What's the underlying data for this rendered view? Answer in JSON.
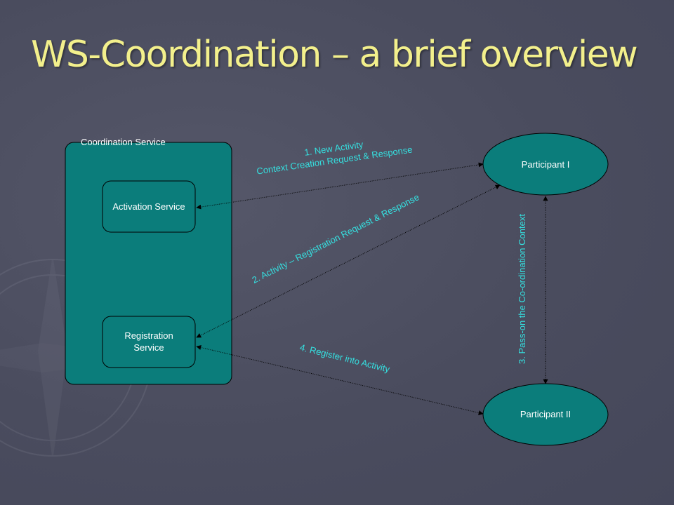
{
  "slide": {
    "title": "WS-Coordination – a brief overview"
  },
  "diagram": {
    "container": {
      "label": "Coordination Service"
    },
    "nodes": {
      "activation_service": "Activation Service",
      "registration_service_line1": "Registration",
      "registration_service_line2": "Service",
      "participant_1": "Participant I",
      "participant_2": "Participant II"
    },
    "edges": {
      "new_activity_line1": "1. New Activity",
      "new_activity_line2": "Context Creation Request & Response",
      "registration_request": "2. Activity – Registration Request & Response",
      "pass_on_context": "3. Pass-on the Co-ordination Context",
      "register_into_activity": "4. Register into Activity"
    }
  },
  "colors": {
    "background": "#4a4c5e",
    "title": "#f3f08c",
    "node_fill": "#0b7d7b",
    "edge_label": "#35e0e0"
  }
}
